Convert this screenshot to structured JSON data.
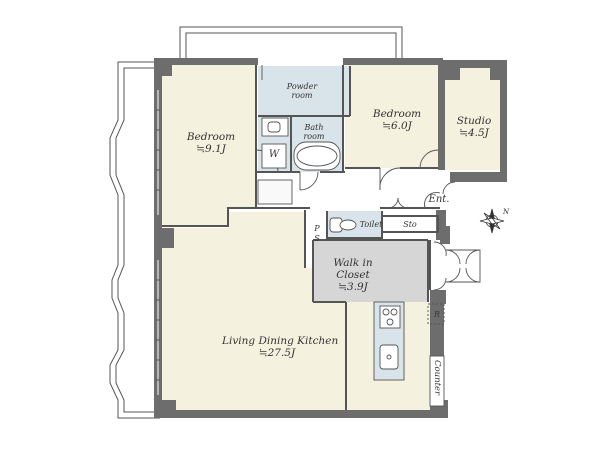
{
  "rooms": {
    "powder": {
      "name_line1": "Powder",
      "name_line2": "room"
    },
    "bath": {
      "name_line1": "Bath",
      "name_line2": "room"
    },
    "bedroom_left": {
      "name": "Bedroom",
      "size": "≒9.1J"
    },
    "bedroom_mid": {
      "name": "Bedroom",
      "size": "≒6.0J"
    },
    "studio": {
      "name": "Studio",
      "size": "≒4.5J"
    },
    "walk_in_closet": {
      "name_line1": "Walk in",
      "name_line2": "Closet",
      "size": "≒3.9J"
    },
    "ldk": {
      "name": "Living Dining Kitchen",
      "size": "≒27.5J"
    }
  },
  "fixtures": {
    "washer": "W",
    "toilet": "Toilet",
    "storage": "Sto",
    "pipe_space_1": "P",
    "pipe_space_2": "S",
    "entrance": "Ent.",
    "refrigerator": "R",
    "counter": "Counter"
  },
  "compass": {
    "north_mark": "N"
  },
  "colors": {
    "wall": "#6d6d6d",
    "room_fill": "#f4f1de",
    "wet_fill": "#d9e3ea",
    "closet_fill": "#d6d6d6",
    "outline": "#555555"
  }
}
